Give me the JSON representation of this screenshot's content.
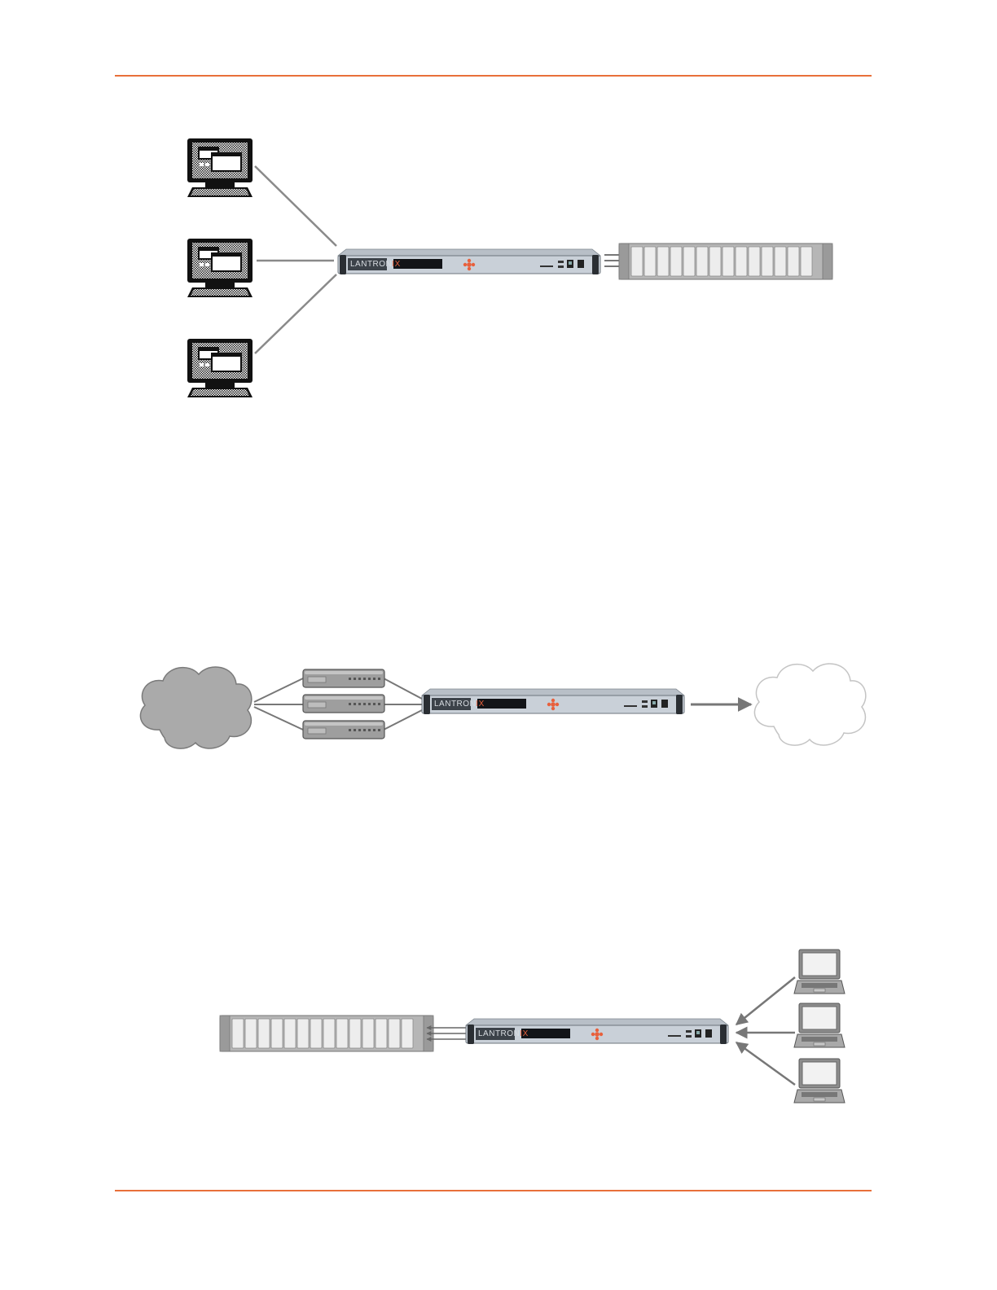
{
  "document": {
    "accent_color": "#e8703a",
    "header_rule": true,
    "footer_rule": true
  },
  "device": {
    "brand_prefix": "LANTRON",
    "brand_suffix": "IX",
    "logo_color": "#e8603c"
  },
  "diagrams": [
    {
      "id": "terminals-to-console-server",
      "description_nodes": [
        "terminal",
        "terminal",
        "terminal",
        "console-server",
        "equipment-rack"
      ]
    },
    {
      "id": "cloud-devices-console-server-cloud",
      "description_nodes": [
        "network-cloud-gray",
        "switch",
        "switch",
        "switch",
        "console-server",
        "network-cloud-white"
      ]
    },
    {
      "id": "rack-console-server-laptops",
      "description_nodes": [
        "equipment-rack",
        "console-server",
        "laptop",
        "laptop",
        "laptop"
      ]
    }
  ],
  "icons": {
    "terminal": "terminal-icon",
    "laptop": "laptop-icon",
    "cloud": "cloud-icon",
    "switch": "switch-icon",
    "rack": "rack-icon",
    "console_server": "console-server-icon"
  }
}
